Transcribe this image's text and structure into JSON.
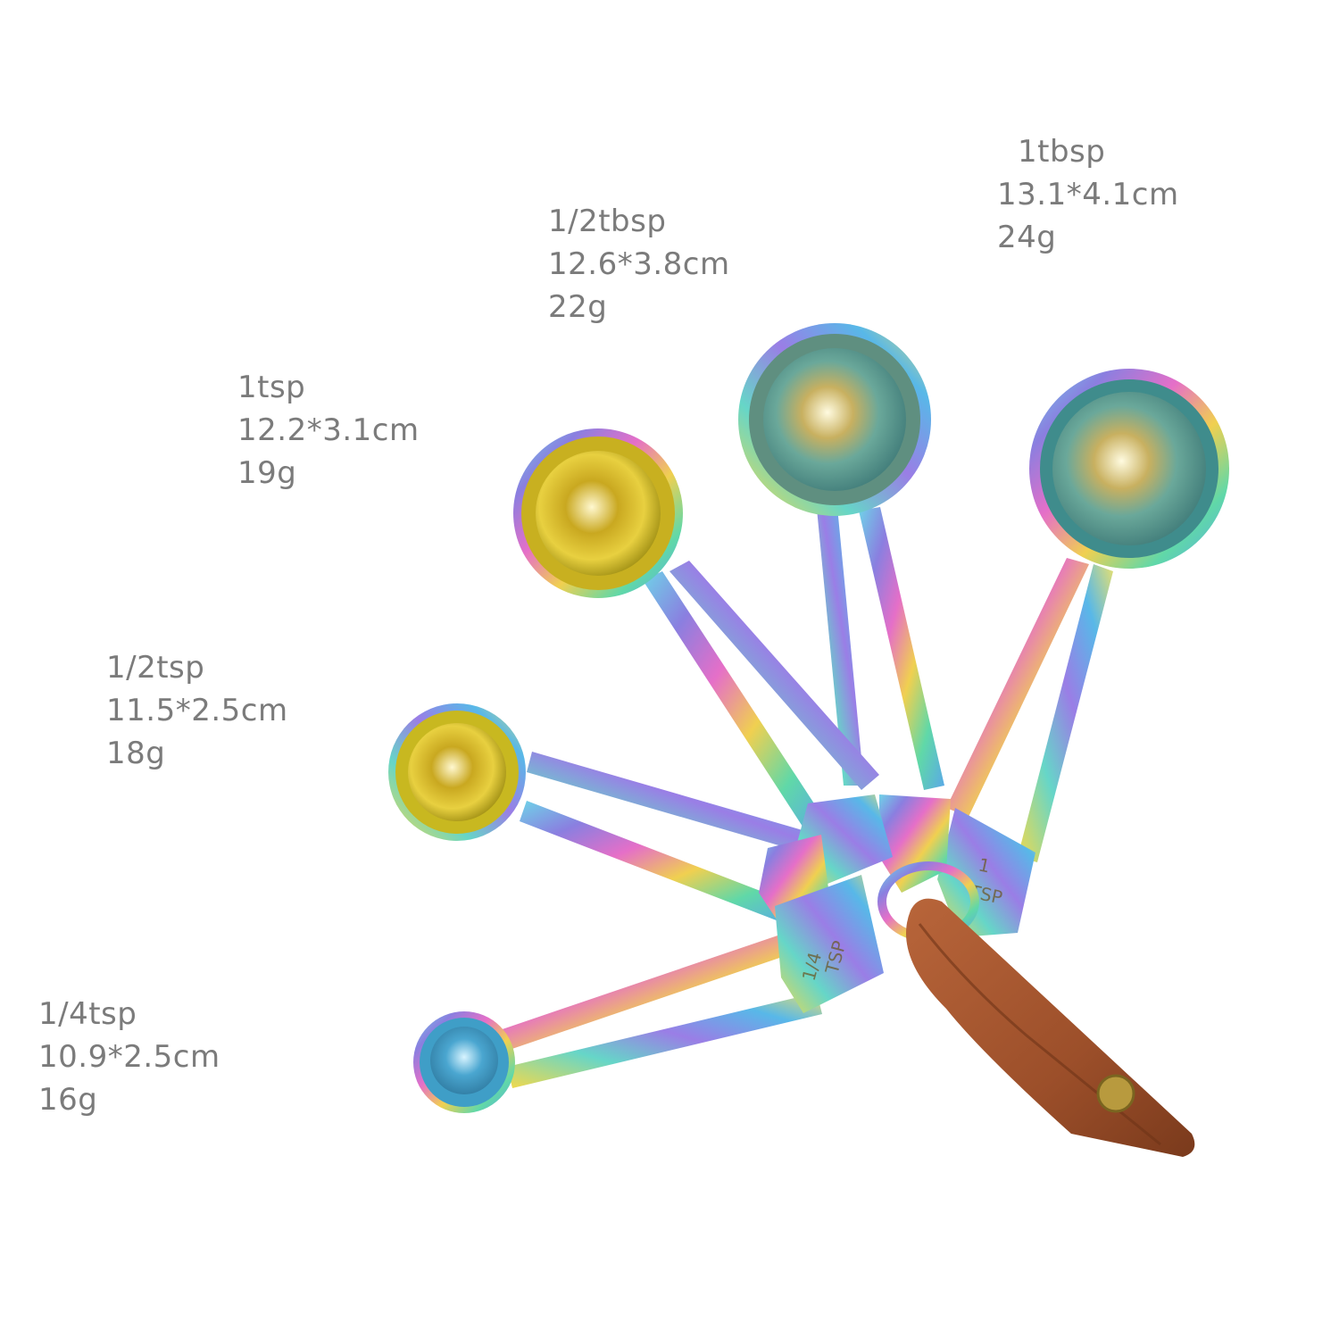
{
  "spoons": [
    {
      "id": "1tbsp",
      "size": "1tbsp",
      "dimensions": "13.1*4.1cm",
      "weight": "24g"
    },
    {
      "id": "half-tbsp",
      "size": "1/2tbsp",
      "dimensions": "12.6*3.8cm",
      "weight": "22g"
    },
    {
      "id": "1tsp",
      "size": "1tsp",
      "dimensions": "12.2*3.1cm",
      "weight": "19g"
    },
    {
      "id": "half-tsp",
      "size": "1/2tsp",
      "dimensions": "11.5*2.5cm",
      "weight": "18g"
    },
    {
      "id": "quarter-tsp",
      "size": "1/4tsp",
      "dimensions": "10.9*2.5cm",
      "weight": "16g"
    }
  ],
  "stamps": {
    "quarter_tsp_top": "1/4",
    "quarter_tsp_bottom": "TSP",
    "one_tbsp_top": "1",
    "one_tbsp_bottom": "TSP"
  },
  "colors": {
    "label_text": "#7b7b7b",
    "strap": "#a0522d",
    "snap": "#b89a3e",
    "gold_bowl": "#d8c030",
    "teal_bowl": "#5aa6a0",
    "blue_bowl": "#3f9ec7"
  }
}
